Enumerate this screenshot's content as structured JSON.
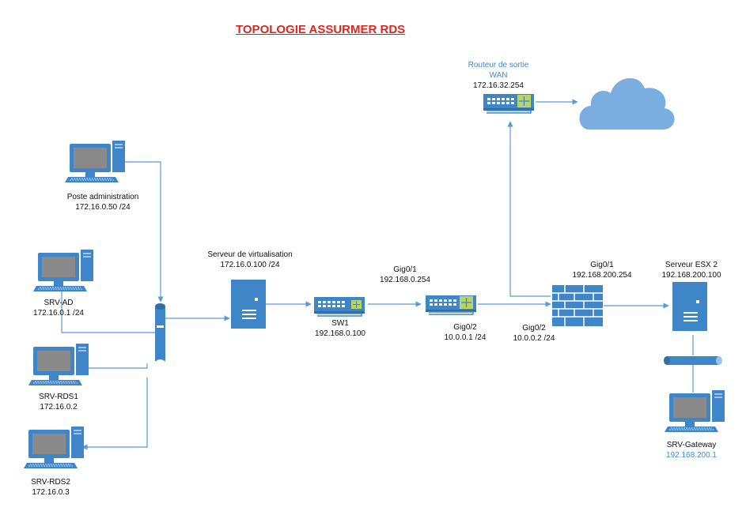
{
  "title": "TOPOLOGIE ASSURMER RDS",
  "colors": {
    "title": "#e0251c",
    "device": "#3e86c7",
    "line": "#5a9bd5",
    "cloud": "#7aaee0",
    "accent_text": "#3a8bd6"
  },
  "nodes": {
    "admin": {
      "name": "Poste administration",
      "ip": "172.16.0.50 /24",
      "icon": "desktop-icon"
    },
    "srv_ad": {
      "name": "SRV-AD",
      "ip": "172.16.0.1 /24",
      "icon": "desktop-icon"
    },
    "srv_rds1": {
      "name": "SRV-RDS1",
      "ip": "172.16.0.2",
      "icon": "desktop-icon"
    },
    "srv_rds2": {
      "name": "SRV-RDS2",
      "ip": "172.16.0.3",
      "icon": "desktop-icon"
    },
    "hub": {
      "icon": "hub-bus-icon"
    },
    "virt": {
      "name": "Serveur de virtualisation",
      "ip": "172.16.0.100 /24",
      "icon": "server-icon"
    },
    "sw1": {
      "name": "SW1",
      "ip": "192.168.0.100",
      "icon": "switch-icon"
    },
    "router1": {
      "icon": "router-icon",
      "gig01": "Gig0/1",
      "gig01_ip": "192.168.0.254",
      "gig02": "Gig0/2",
      "gig02_ip": "10.0.0.1 /24"
    },
    "firewall": {
      "icon": "firewall-icon",
      "gig02": "Gig0/2",
      "gig02_ip": "10.0.0.2 /24",
      "gig01": "Gig0/1",
      "gig01_ip": "192.168.200.254"
    },
    "wan_router": {
      "name": "Routeur de sortie",
      "name2": "WAN",
      "ip": "172.16.32.254",
      "icon": "router-icon"
    },
    "cloud": {
      "icon": "cloud-icon"
    },
    "esx2": {
      "name": "Serveur ESX 2",
      "ip": "192.168.200.100",
      "icon": "server-icon"
    },
    "bus": {
      "icon": "network-bus-icon"
    },
    "gateway": {
      "name": "SRV-Gateway",
      "ip": "192.168.200.1",
      "icon": "desktop-icon"
    }
  }
}
